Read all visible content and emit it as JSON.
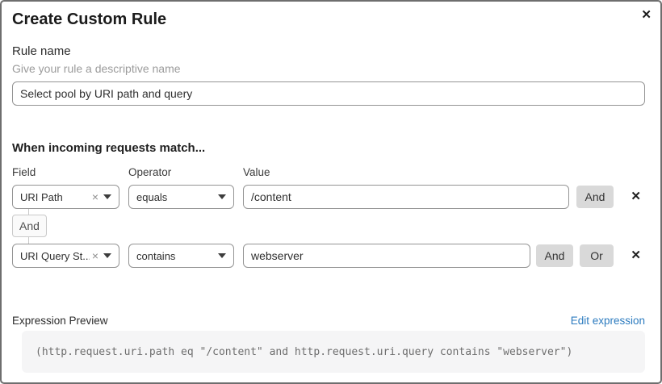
{
  "dialog": {
    "title": "Create Custom Rule"
  },
  "icons": {
    "close": "✕",
    "clear": "×",
    "delete": "✕"
  },
  "rule_name": {
    "label": "Rule name",
    "helper": "Give your rule a descriptive name",
    "value": "Select pool by URI path and query"
  },
  "matcher": {
    "heading": "When incoming requests match...",
    "columns": {
      "field": "Field",
      "operator": "Operator",
      "value": "Value"
    },
    "connector": "And",
    "rows": [
      {
        "field": "URI Path",
        "operator": "equals",
        "value": "/content",
        "buttons": [
          "And"
        ]
      },
      {
        "field": "URI Query St...",
        "operator": "contains",
        "value": "webserver",
        "buttons": [
          "And",
          "Or"
        ]
      }
    ]
  },
  "expression": {
    "label": "Expression Preview",
    "edit_link": "Edit expression",
    "code": "(http.request.uri.path eq \"/content\" and http.request.uri.query contains \"webserver\")"
  },
  "colors": {
    "link": "#2c7bbf",
    "button_bg": "#d9d9d9",
    "border": "#6e6e6e",
    "code_bg": "#f5f5f6"
  }
}
